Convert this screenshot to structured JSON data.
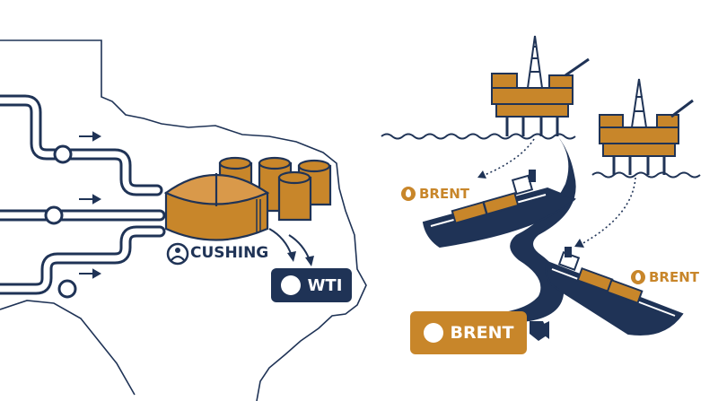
{
  "labels": {
    "hub": "CUSHING",
    "wti": "WTI",
    "brent_left": "BRENT",
    "brent_right": "BRENT",
    "brent_box": "BRENT"
  },
  "colors": {
    "navy": "#1f3356",
    "gold": "#c8862a",
    "gold_dark": "#a86a18",
    "background": "#ffffff"
  },
  "icons": [
    "oil-drop-icon",
    "hub-people-icon",
    "pipeline-arrow-icon",
    "oil-platform-icon",
    "tanker-ship-icon"
  ]
}
